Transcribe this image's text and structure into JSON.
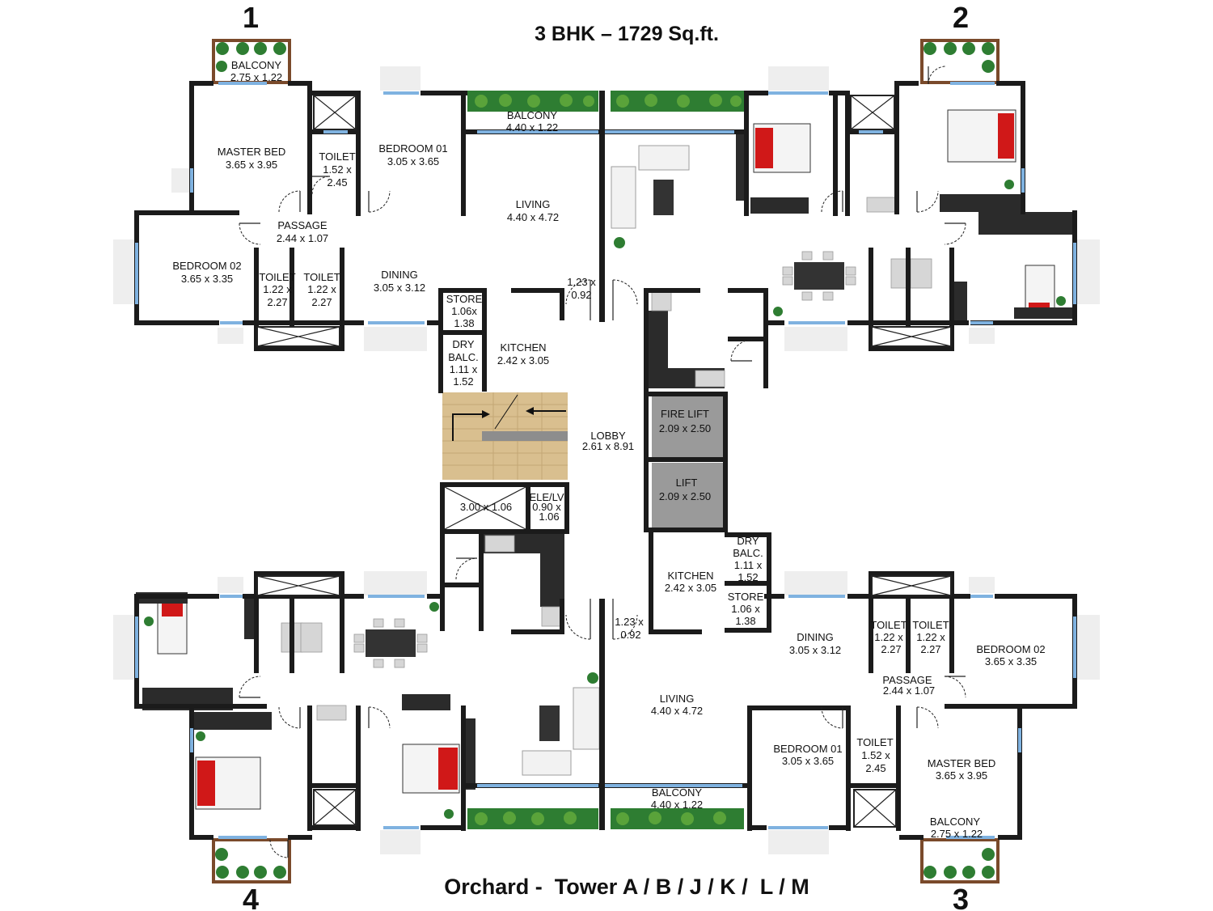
{
  "title": "3 BHK – 1729 Sq.ft.",
  "footer": "Orchard -  Tower A / B / J / K /  L / M",
  "flats": {
    "one": "1",
    "two": "2",
    "three": "3",
    "four": "4"
  },
  "colors": {
    "wall": "#1b1b1b",
    "window": "#7fb2e0",
    "planting": "#2e7d32",
    "bed_pillow": "#d01818",
    "lift": "#9a9a9a",
    "stair": "#d9bf8f"
  },
  "flat1": {
    "balcony": [
      "BALCONY",
      "2.75 x 1.22"
    ],
    "master_bed": [
      "MASTER BED",
      "3.65 x 3.95"
    ],
    "toilet_a": [
      "TOILET",
      "1.52 x",
      "2.45"
    ],
    "bedroom01": [
      "BEDROOM 01",
      "3.05 x 3.65"
    ],
    "living_balcony": [
      "BALCONY",
      "4.40 x 1.22"
    ],
    "living": [
      "LIVING",
      "4.40 x 4.72"
    ],
    "passage": [
      "PASSAGE",
      "2.44 x 1.07"
    ],
    "bedroom02": [
      "BEDROOM 02",
      "3.65 x 3.35"
    ],
    "toilet_b": [
      "TOILET",
      "1.22 x",
      "2.27"
    ],
    "toilet_c": [
      "TOILET",
      "1.22 x",
      "2.27"
    ],
    "dining": [
      "DINING",
      "3.05 x 3.12"
    ],
    "store": [
      "STORE",
      "1.06x",
      "1.38"
    ],
    "dry_balc": [
      "DRY",
      "BALC.",
      "1.11 x",
      "1.52"
    ],
    "kitchen": [
      "KITCHEN",
      "2.42 x 3.05"
    ],
    "entry": [
      "1.23 x",
      "0.92"
    ]
  },
  "core": {
    "lobby": [
      "LOBBY",
      "2.61 x 8.91"
    ],
    "fire_lift": [
      "FIRE LIFT",
      "2.09 x 2.50"
    ],
    "lift": [
      "LIFT",
      "2.09 x 2.50"
    ],
    "shaft": "3.00 x 1.06",
    "ele_lv": [
      "ELE/LV",
      "0.90 x",
      "1.06"
    ]
  },
  "flat3": {
    "dry_balc": [
      "DRY",
      "BALC.",
      "1.11 x",
      "1.52"
    ],
    "kitchen": [
      "KITCHEN",
      "2.42 x 3.05"
    ],
    "store": [
      "STORE",
      "1.06 x",
      "1.38"
    ],
    "entry": [
      "1.23 x",
      "0.92"
    ],
    "dining": [
      "DINING",
      "3.05 x 3.12"
    ],
    "toilet_b": [
      "TOILET",
      "1.22 x",
      "2.27"
    ],
    "toilet_c": [
      "TOILET",
      "1.22 x",
      "2.27"
    ],
    "bedroom02": [
      "BEDROOM 02",
      "3.65 x 3.35"
    ],
    "passage": [
      "PASSAGE",
      "2.44 x 1.07"
    ],
    "living": [
      "LIVING",
      "4.40 x 4.72"
    ],
    "bedroom01": [
      "BEDROOM 01",
      "3.05 x 3.65"
    ],
    "toilet_a": [
      "TOILET",
      "1.52 x",
      "2.45"
    ],
    "master_bed": [
      "MASTER BED",
      "3.65 x 3.95"
    ],
    "living_balcony": [
      "BALCONY",
      "4.40 x 1.22"
    ],
    "balcony": [
      "BALCONY",
      "2.75 x 1.22"
    ]
  }
}
